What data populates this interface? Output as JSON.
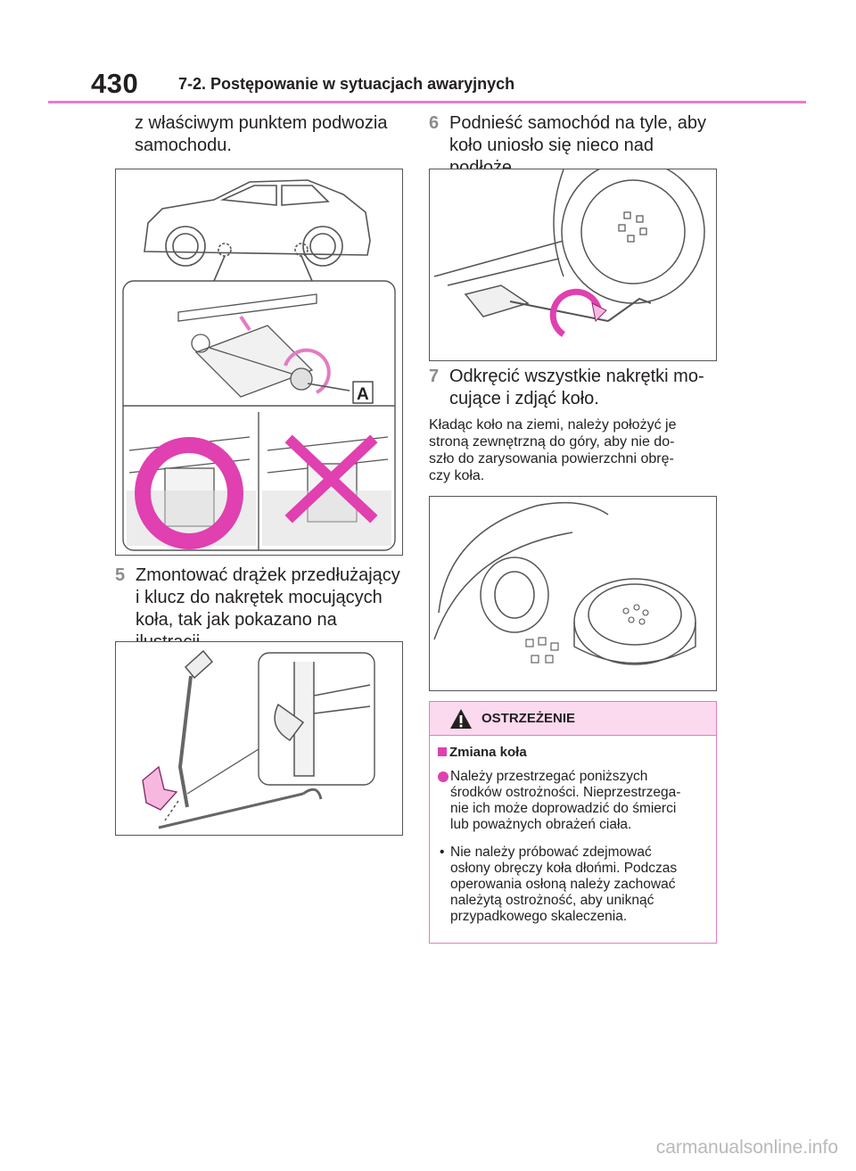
{
  "header": {
    "page_number": "430",
    "section_title": "7-2. Postępowanie w sytuacjach awaryjnych"
  },
  "left_column": {
    "intro_line1": "z właściwym punktem podwozia",
    "intro_line2": "samochodu.",
    "figure1_label": "A",
    "step5": {
      "number": "5",
      "line1": "Zmontować drążek przedłużający",
      "line2": "i klucz do nakrętek mocujących",
      "line3": "koła, tak jak pokazano na ilustracji."
    }
  },
  "right_column": {
    "step6": {
      "number": "6",
      "line1": "Podnieść samochód na tyle, aby",
      "line2": "koło uniosło się nieco nad podłoże."
    },
    "step7": {
      "number": "7",
      "line1": "Odkręcić wszystkie nakrętki mo-",
      "line2": "cujące i zdjąć koło."
    },
    "note": {
      "line1": "Kładąc koło na ziemi, należy położyć je",
      "line2": "stroną zewnętrzną do góry, aby nie do-",
      "line3": "szło do zarysowania powierzchni obrę-",
      "line4": "czy koła."
    }
  },
  "warning": {
    "title": "OSTRZEŻENIE",
    "subtitle": "Zmiana koła",
    "bullet1": {
      "line1": "Należy przestrzegać poniższych",
      "line2": "środków ostrożności. Nieprzestrzega-",
      "line3": "nie ich może doprowadzić do śmierci",
      "line4": "lub poważnych obrażeń ciała."
    },
    "bullet2": {
      "line1": "Nie należy próbować zdejmować",
      "line2": "osłony obręczy koła dłońmi. Podczas",
      "line3": "operowania osłoną należy zachować",
      "line4": "należytą ostrożność, aby uniknąć",
      "line5": "przypadkowego skaleczenia."
    },
    "colors": {
      "accent": "#e27cc4",
      "header_bg": "#fbd9ef",
      "bullet": "#e040b0"
    }
  },
  "watermark": "carmanualsonline.info"
}
